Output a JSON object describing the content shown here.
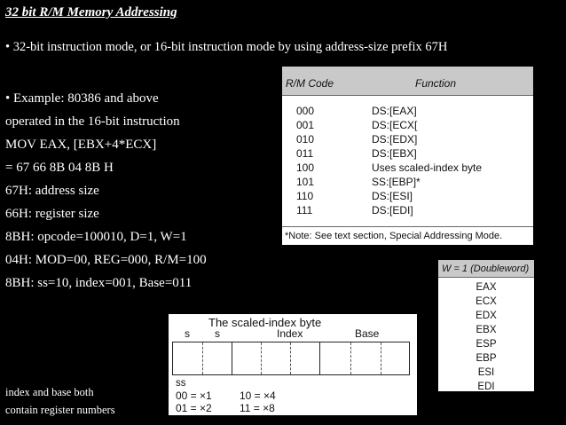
{
  "title": "32  bit  R/M  Memory Addressing",
  "bullet1": "• 32-bit instruction mode, or 16-bit instruction mode by using address-size prefix 67H",
  "lines": [
    "• Example: 80386 and above",
    "operated in the 16-bit instruction",
    "MOV EAX, [EBX+4*ECX]",
    "= 67 66 8B 04 8B H",
    "67H: address size",
    "66H: register size",
    "8BH: opcode=100010, D=1, W=1",
    "04H: MOD=00, REG=000, R/M=100",
    "8BH: ss=10, index=001, Base=011"
  ],
  "footer": [
    "index and base both",
    "contain register numbers"
  ],
  "rm_table": {
    "headers": [
      "R/M Code",
      "Function"
    ],
    "rows": [
      {
        "code": "000",
        "function": "DS:[EAX]"
      },
      {
        "code": "001",
        "function": "DS:[ECX["
      },
      {
        "code": "010",
        "function": "DS:[EDX]"
      },
      {
        "code": "011",
        "function": "DS:[EBX]"
      },
      {
        "code": "100",
        "function": "Uses scaled-index byte"
      },
      {
        "code": "101",
        "function": "SS:[EBP]*"
      },
      {
        "code": "110",
        "function": "DS:[ESI]"
      },
      {
        "code": "111",
        "function": "DS:[EDI]"
      }
    ],
    "note": "*Note: See text section, Special Addressing Mode."
  },
  "w_table": {
    "header": "W = 1 (Doubleword)",
    "rows": [
      "EAX",
      "ECX",
      "EDX",
      "EBX",
      "ESP",
      "EBP",
      "ESI",
      "EDI"
    ]
  },
  "sib": {
    "title": "The scaled-index byte",
    "labels": [
      "s",
      "s",
      "Index",
      "Base"
    ],
    "ss_label": "ss",
    "mapping": [
      "00 = ×1",
      "10 = ×4",
      "01 = ×2",
      "11 = ×8"
    ]
  }
}
